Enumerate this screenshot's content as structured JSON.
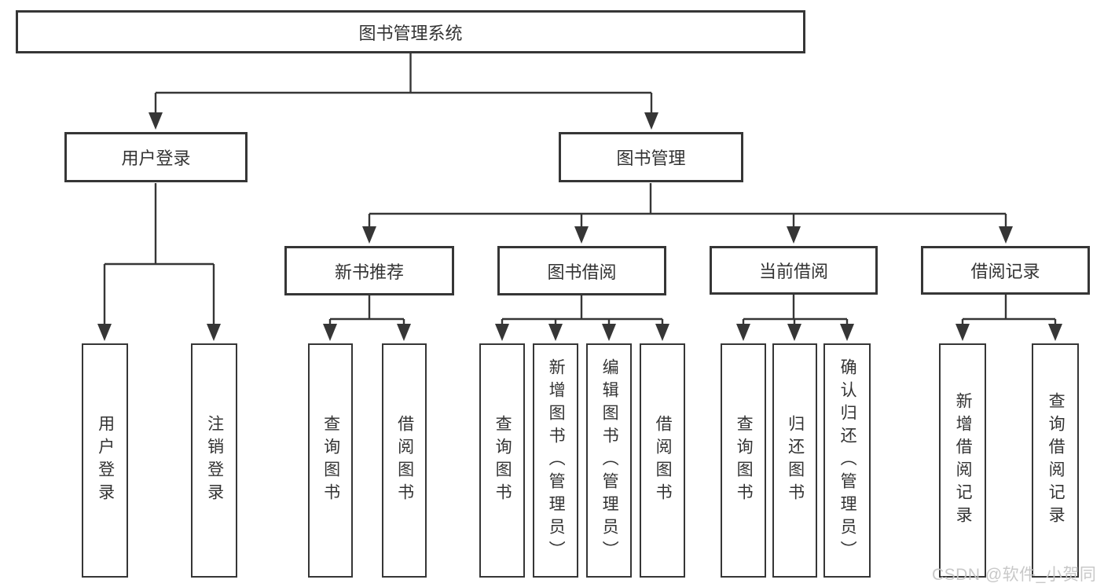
{
  "diagram": {
    "type": "tree",
    "root": "图书管理系统",
    "level1": [
      "用户登录",
      "图书管理"
    ],
    "level2": [
      "新书推荐",
      "图书借阅",
      "当前借阅",
      "借阅记录"
    ],
    "leaves": {
      "user_login": [
        "用户登录",
        "注销登录"
      ],
      "new_book_recommend": [
        "查询图书",
        "借阅图书"
      ],
      "book_borrow": [
        "查询图书",
        "新增图书（管理员）",
        "编辑图书（管理员）",
        "借阅图书"
      ],
      "current_borrow": [
        "查询图书",
        "归还图书",
        "确认归还（管理员）"
      ],
      "borrow_records": [
        "新增借阅记录",
        "查询借阅记录"
      ]
    },
    "hierarchy": {
      "图书管理系统": [
        "用户登录",
        "图书管理"
      ],
      "用户登录": [
        "用户登录",
        "注销登录"
      ],
      "图书管理": [
        "新书推荐",
        "图书借阅",
        "当前借阅",
        "借阅记录"
      ],
      "新书推荐": [
        "查询图书",
        "借阅图书"
      ],
      "图书借阅": [
        "查询图书",
        "新增图书（管理员）",
        "编辑图书（管理员）",
        "借阅图书"
      ],
      "当前借阅": [
        "查询图书",
        "归还图书",
        "确认归还（管理员）"
      ],
      "借阅记录": [
        "新增借阅记录",
        "查询借阅记录"
      ]
    }
  },
  "watermark": "CSDN @软件_小贺同学",
  "colors": {
    "line": "#363636",
    "text": "#333333",
    "box_background": "#ffffff",
    "watermark": "#c6c6c6",
    "background": "#ffffff"
  }
}
